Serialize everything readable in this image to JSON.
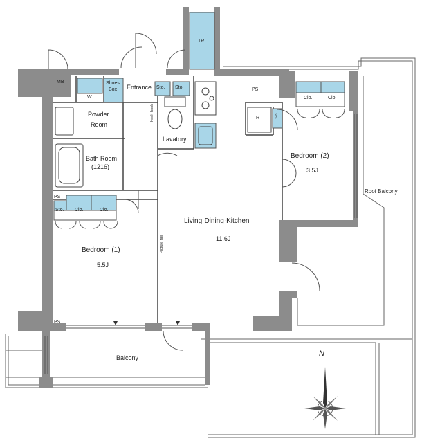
{
  "colors": {
    "wall": "#8c8c8c",
    "wall_light": "#c8c8c8",
    "storage": "#a9d6e8",
    "line": "#555555"
  },
  "rooms": {
    "entrance": "Entrance",
    "powder_room_1": "Powder",
    "powder_room_2": "Room",
    "lavatory": "Lavatory",
    "bath_room": "Bath Room",
    "bath_size": "(1216)",
    "bedroom1": "Bedroom (1)",
    "bedroom1_size": "5.5J",
    "bedroom2": "Bedroom (2)",
    "bedroom2_size": "3.5J",
    "ldk": "Living·Dining·Kitchen",
    "ldk_size": "11.6J",
    "balcony": "Balcony",
    "roof_balcony": "Roof Balcony"
  },
  "fixtures": {
    "mb": "MB",
    "tr": "TR",
    "shoes_box_1": "Shoes",
    "shoes_box_2": "Box",
    "sto_entrance": "Sto.",
    "sto_lav": "Sto.",
    "w": "W",
    "ps_top": "PS",
    "ps_left": "PS",
    "ps_bottom": "PS",
    "r": "R",
    "sto_bed2": "Sto.",
    "clo_bed2_a": "Clo.",
    "clo_bed2_b": "Clo.",
    "sto_bed1": "Sto.",
    "clo_bed1_a": "Clo.",
    "clo_bed1_b": "Clo.",
    "hook_1": "hook",
    "hook_2": "hook",
    "picture_rail": "Picture rail"
  },
  "compass": {
    "north": "N"
  }
}
